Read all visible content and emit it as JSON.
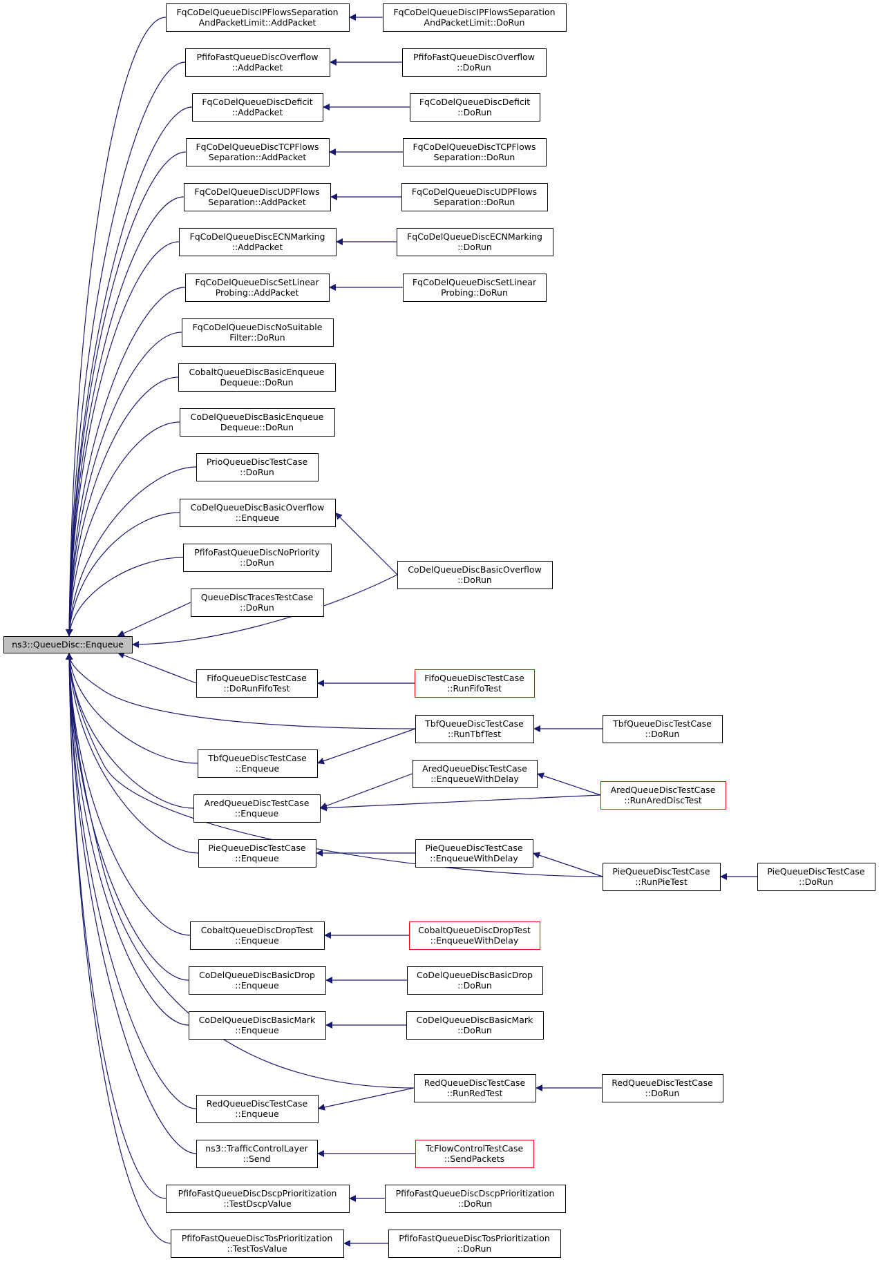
{
  "colors": {
    "edge": "#191970",
    "node_border": "#000000",
    "node_fill": "#ffffff",
    "root_fill": "#bfbfbf",
    "truncated_border": "#ff0000"
  },
  "nodes": {
    "root": {
      "lines": [
        "ns3::QueueDisc::Enqueue"
      ],
      "kind": "root"
    },
    "fqip_add": {
      "lines": [
        "FqCoDelQueueDiscIPFlowsSeparation",
        "AndPacketLimit::AddPacket"
      ],
      "kind": "normal"
    },
    "fqip_run": {
      "lines": [
        "FqCoDelQueueDiscIPFlowsSeparation",
        "AndPacketLimit::DoRun"
      ],
      "kind": "normal"
    },
    "pfov_add": {
      "lines": [
        "PfifoFastQueueDiscOverflow",
        "::AddPacket"
      ],
      "kind": "normal"
    },
    "pfov_run": {
      "lines": [
        "PfifoFastQueueDiscOverflow",
        "::DoRun"
      ],
      "kind": "normal"
    },
    "fqdef_add": {
      "lines": [
        "FqCoDelQueueDiscDeficit",
        "::AddPacket"
      ],
      "kind": "normal"
    },
    "fqdef_run": {
      "lines": [
        "FqCoDelQueueDiscDeficit",
        "::DoRun"
      ],
      "kind": "normal"
    },
    "fqtcp_add": {
      "lines": [
        "FqCoDelQueueDiscTCPFlows",
        "Separation::AddPacket"
      ],
      "kind": "normal"
    },
    "fqtcp_run": {
      "lines": [
        "FqCoDelQueueDiscTCPFlows",
        "Separation::DoRun"
      ],
      "kind": "normal"
    },
    "fqudp_add": {
      "lines": [
        "FqCoDelQueueDiscUDPFlows",
        "Separation::AddPacket"
      ],
      "kind": "normal"
    },
    "fqudp_run": {
      "lines": [
        "FqCoDelQueueDiscUDPFlows",
        "Separation::DoRun"
      ],
      "kind": "normal"
    },
    "fqecn_add": {
      "lines": [
        "FqCoDelQueueDiscECNMarking",
        "::AddPacket"
      ],
      "kind": "normal"
    },
    "fqecn_run": {
      "lines": [
        "FqCoDelQueueDiscECNMarking",
        "::DoRun"
      ],
      "kind": "normal"
    },
    "fqlin_add": {
      "lines": [
        "FqCoDelQueueDiscSetLinear",
        "Probing::AddPacket"
      ],
      "kind": "normal"
    },
    "fqlin_run": {
      "lines": [
        "FqCoDelQueueDiscSetLinear",
        "Probing::DoRun"
      ],
      "kind": "normal"
    },
    "fqnos_run": {
      "lines": [
        "FqCoDelQueueDiscNoSuitable",
        "Filter::DoRun"
      ],
      "kind": "normal"
    },
    "cobalt_basic": {
      "lines": [
        "CobaltQueueDiscBasicEnqueue",
        "Dequeue::DoRun"
      ],
      "kind": "normal"
    },
    "codel_basic": {
      "lines": [
        "CoDelQueueDiscBasicEnqueue",
        "Dequeue::DoRun"
      ],
      "kind": "normal"
    },
    "prio_run": {
      "lines": [
        "PrioQueueDiscTestCase",
        "::DoRun"
      ],
      "kind": "normal"
    },
    "codelov_enq": {
      "lines": [
        "CoDelQueueDiscBasicOverflow",
        "::Enqueue"
      ],
      "kind": "normal"
    },
    "codelov_run": {
      "lines": [
        "CoDelQueueDiscBasicOverflow",
        "::DoRun"
      ],
      "kind": "normal"
    },
    "pfnoprio_run": {
      "lines": [
        "PfifoFastQueueDiscNoPriority",
        "::DoRun"
      ],
      "kind": "normal"
    },
    "traces_run": {
      "lines": [
        "QueueDiscTracesTestCase",
        "::DoRun"
      ],
      "kind": "normal"
    },
    "fifo_dorun": {
      "lines": [
        "FifoQueueDiscTestCase",
        "::DoRunFifoTest"
      ],
      "kind": "normal"
    },
    "fifo_run": {
      "lines": [
        "FifoQueueDiscTestCase",
        "::RunFifoTest"
      ],
      "kind": "truncated"
    },
    "tbf_runtest": {
      "lines": [
        "TbfQueueDiscTestCase",
        "::RunTbfTest"
      ],
      "kind": "normal"
    },
    "tbf_dorun": {
      "lines": [
        "TbfQueueDiscTestCase",
        "::DoRun"
      ],
      "kind": "normal"
    },
    "tbf_enq": {
      "lines": [
        "TbfQueueDiscTestCase",
        "::Enqueue"
      ],
      "kind": "normal"
    },
    "ared_delay": {
      "lines": [
        "AredQueueDiscTestCase",
        "::EnqueueWithDelay"
      ],
      "kind": "normal"
    },
    "ared_run": {
      "lines": [
        "AredQueueDiscTestCase",
        "::RunAredDiscTest"
      ],
      "kind": "truncated"
    },
    "ared_enq": {
      "lines": [
        "AredQueueDiscTestCase",
        "::Enqueue"
      ],
      "kind": "normal"
    },
    "pie_enq": {
      "lines": [
        "PieQueueDiscTestCase",
        "::Enqueue"
      ],
      "kind": "normal"
    },
    "pie_delay": {
      "lines": [
        "PieQueueDiscTestCase",
        "::EnqueueWithDelay"
      ],
      "kind": "normal"
    },
    "pie_runtest": {
      "lines": [
        "PieQueueDiscTestCase",
        "::RunPieTest"
      ],
      "kind": "normal"
    },
    "pie_dorun": {
      "lines": [
        "PieQueueDiscTestCase",
        "::DoRun"
      ],
      "kind": "normal"
    },
    "cobaltdrop_enq": {
      "lines": [
        "CobaltQueueDiscDropTest",
        "::Enqueue"
      ],
      "kind": "normal"
    },
    "cobaltdrop_delay": {
      "lines": [
        "CobaltQueueDiscDropTest",
        "::EnqueueWithDelay"
      ],
      "kind": "truncated"
    },
    "codeldrop_enq": {
      "lines": [
        "CoDelQueueDiscBasicDrop",
        "::Enqueue"
      ],
      "kind": "normal"
    },
    "codeldrop_run": {
      "lines": [
        "CoDelQueueDiscBasicDrop",
        "::DoRun"
      ],
      "kind": "normal"
    },
    "codelmark_enq": {
      "lines": [
        "CoDelQueueDiscBasicMark",
        "::Enqueue"
      ],
      "kind": "normal"
    },
    "codelmark_run": {
      "lines": [
        "CoDelQueueDiscBasicMark",
        "::DoRun"
      ],
      "kind": "normal"
    },
    "red_runtest": {
      "lines": [
        "RedQueueDiscTestCase",
        "::RunRedTest"
      ],
      "kind": "normal"
    },
    "red_dorun": {
      "lines": [
        "RedQueueDiscTestCase",
        "::DoRun"
      ],
      "kind": "normal"
    },
    "red_enq": {
      "lines": [
        "RedQueueDiscTestCase",
        "::Enqueue"
      ],
      "kind": "normal"
    },
    "tc_send": {
      "lines": [
        "ns3::TrafficControlLayer",
        "::Send"
      ],
      "kind": "normal"
    },
    "tcflow_send": {
      "lines": [
        "TcFlowControlTestCase",
        "::SendPackets"
      ],
      "kind": "truncated"
    },
    "pfdscp_test": {
      "lines": [
        "PfifoFastQueueDiscDscpPrioritization",
        "::TestDscpValue"
      ],
      "kind": "normal"
    },
    "pfdscp_run": {
      "lines": [
        "PfifoFastQueueDiscDscpPrioritization",
        "::DoRun"
      ],
      "kind": "normal"
    },
    "pftos_test": {
      "lines": [
        "PfifoFastQueueDiscTosPrioritization",
        "::TestTosValue"
      ],
      "kind": "normal"
    },
    "pftos_run": {
      "lines": [
        "PfifoFastQueueDiscTosPrioritization",
        "::DoRun"
      ],
      "kind": "normal"
    }
  },
  "edges": [
    [
      "fqip_run",
      "fqip_add"
    ],
    [
      "fqip_add",
      "root"
    ],
    [
      "pfov_run",
      "pfov_add"
    ],
    [
      "pfov_add",
      "root"
    ],
    [
      "fqdef_run",
      "fqdef_add"
    ],
    [
      "fqdef_add",
      "root"
    ],
    [
      "fqtcp_run",
      "fqtcp_add"
    ],
    [
      "fqtcp_add",
      "root"
    ],
    [
      "fqudp_run",
      "fqudp_add"
    ],
    [
      "fqudp_add",
      "root"
    ],
    [
      "fqecn_run",
      "fqecn_add"
    ],
    [
      "fqecn_add",
      "root"
    ],
    [
      "fqlin_run",
      "fqlin_add"
    ],
    [
      "fqlin_add",
      "root"
    ],
    [
      "fqnos_run",
      "root"
    ],
    [
      "cobalt_basic",
      "root"
    ],
    [
      "codel_basic",
      "root"
    ],
    [
      "prio_run",
      "root"
    ],
    [
      "codelov_enq",
      "root"
    ],
    [
      "codelov_run",
      "codelov_enq"
    ],
    [
      "codelov_run",
      "root"
    ],
    [
      "pfnoprio_run",
      "root"
    ],
    [
      "traces_run",
      "root"
    ],
    [
      "fifo_dorun",
      "root"
    ],
    [
      "fifo_run",
      "fifo_dorun"
    ],
    [
      "tbf_runtest",
      "root"
    ],
    [
      "tbf_dorun",
      "tbf_runtest"
    ],
    [
      "tbf_enq",
      "root"
    ],
    [
      "tbf_runtest",
      "tbf_enq"
    ],
    [
      "ared_enq",
      "root"
    ],
    [
      "ared_delay",
      "ared_enq"
    ],
    [
      "ared_run",
      "ared_delay"
    ],
    [
      "ared_run",
      "ared_enq"
    ],
    [
      "pie_enq",
      "root"
    ],
    [
      "pie_delay",
      "pie_enq"
    ],
    [
      "pie_runtest",
      "pie_delay"
    ],
    [
      "pie_runtest",
      "root"
    ],
    [
      "pie_dorun",
      "pie_runtest"
    ],
    [
      "cobaltdrop_enq",
      "root"
    ],
    [
      "cobaltdrop_delay",
      "cobaltdrop_enq"
    ],
    [
      "codeldrop_enq",
      "root"
    ],
    [
      "codeldrop_run",
      "codeldrop_enq"
    ],
    [
      "codelmark_enq",
      "root"
    ],
    [
      "codelmark_run",
      "codelmark_enq"
    ],
    [
      "red_runtest",
      "root"
    ],
    [
      "red_dorun",
      "red_runtest"
    ],
    [
      "red_enq",
      "root"
    ],
    [
      "red_runtest",
      "red_enq"
    ],
    [
      "tc_send",
      "root"
    ],
    [
      "tcflow_send",
      "tc_send"
    ],
    [
      "pfdscp_test",
      "root"
    ],
    [
      "pfdscp_run",
      "pfdscp_test"
    ],
    [
      "pftos_test",
      "root"
    ],
    [
      "pftos_run",
      "pftos_test"
    ]
  ]
}
